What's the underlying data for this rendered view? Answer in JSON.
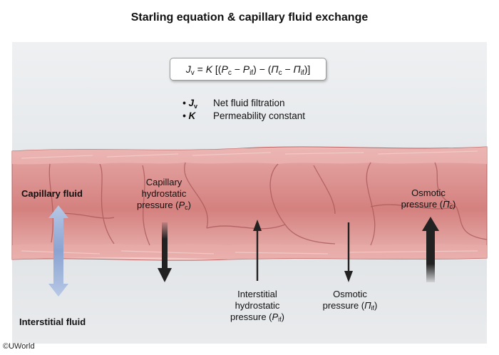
{
  "title": "Starling equation & capillary fluid exchange",
  "formula": {
    "jv": "J",
    "jv_sub": "v",
    "eq": " = ",
    "k": "K",
    "open": " [(",
    "pc": "P",
    "pc_sub": "c",
    "minus1": " − ",
    "pif": "P",
    "pif_sub": "if",
    "mid": ") − (",
    "pic": "Π",
    "pic_sub": "c",
    "minus2": " − ",
    "piif": "Π",
    "piif_sub": "if",
    "close": ")]"
  },
  "definitions": [
    {
      "symbol": "J",
      "symbol_sub": "v",
      "text": "Net fluid filtration"
    },
    {
      "symbol": "K",
      "text": "Permeability constant"
    }
  ],
  "labels": {
    "capillary_fluid": "Capillary fluid",
    "interstitial_fluid": "Interstitial fluid",
    "cap_hydro_l1": "Capillary",
    "cap_hydro_l2": "hydrostatic",
    "cap_hydro_l3": "pressure (",
    "cap_hydro_sym": "P",
    "cap_hydro_sub": "c",
    "cap_hydro_end": ")",
    "int_hydro_l1": "Interstitial",
    "int_hydro_l2": "hydrostatic",
    "int_hydro_l3": "pressure (",
    "int_hydro_sym": "P",
    "int_hydro_sub": "if",
    "int_hydro_end": ")",
    "osm_c_l1": "Osmotic",
    "osm_c_l2": "pressure (",
    "osm_c_sym": "Π",
    "osm_c_sub": "c",
    "osm_c_end": ")",
    "osm_if_l1": "Osmotic",
    "osm_if_l2": "pressure (",
    "osm_if_sym": "Π",
    "osm_if_sub": "if",
    "osm_if_end": ")"
  },
  "credit": "©UWorld",
  "colors": {
    "vessel": "#d98b8b",
    "vessel_dark": "#c06a6c",
    "vessel_edge": "#efc0bd",
    "arrow_dark": "#222222",
    "arrow_blue": "#8fa6d0"
  }
}
